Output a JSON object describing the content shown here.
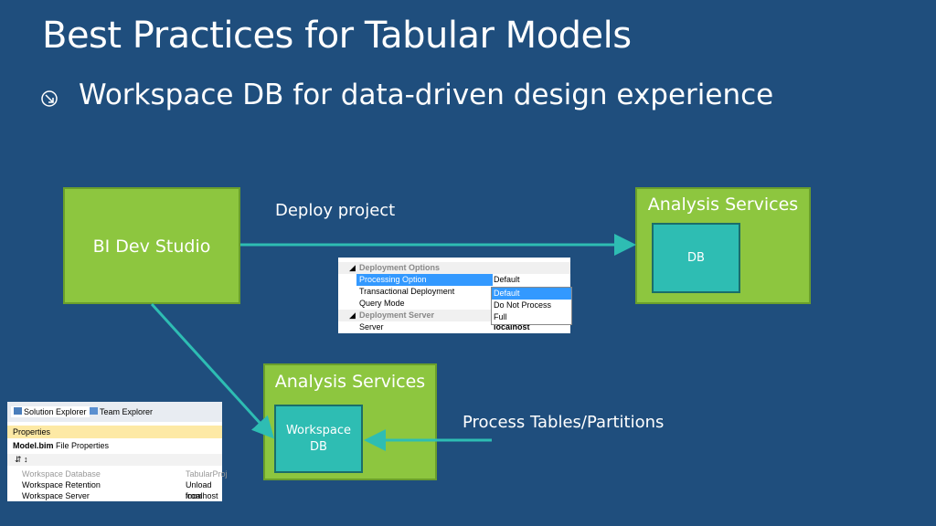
{
  "slide": {
    "title": "Best Practices for Tabular Models",
    "bullet": "Workspace DB for data-driven design experience"
  },
  "diagram": {
    "bi_dev_studio": "BI Dev Studio",
    "analysis_services_top": "Analysis Services",
    "db_top": "DB",
    "deploy_label": "Deploy project",
    "analysis_services_bottom": "Analysis Services",
    "workspace_db": "Workspace DB",
    "process_label": "Process Tables/Partitions"
  },
  "deployment_panel": {
    "section1": "Deployment Options",
    "processing_option": "Processing Option",
    "processing_value": "Default",
    "transactional": "Transactional Deployment",
    "query_mode": "Query Mode",
    "section2": "Deployment Server",
    "server": "Server",
    "server_value": "localhost",
    "dropdown": [
      "Default",
      "Do Not Process",
      "Full"
    ]
  },
  "solution_panel": {
    "tab1": "Solution Explorer",
    "tab2": "Team Explorer",
    "header": "Properties",
    "file_bold": "Model.bim",
    "file_rest": " File Properties",
    "rows": [
      {
        "name": "Workspace Database",
        "value": "TabularProj"
      },
      {
        "name": "Workspace Retention",
        "value": "Unload from"
      },
      {
        "name": "Workspace Server",
        "value": "localhost"
      }
    ]
  },
  "colors": {
    "background": "#1f4e7d",
    "green": "#8dc63f",
    "teal": "#2ebdb3",
    "arrow": "#2ebdb3"
  }
}
